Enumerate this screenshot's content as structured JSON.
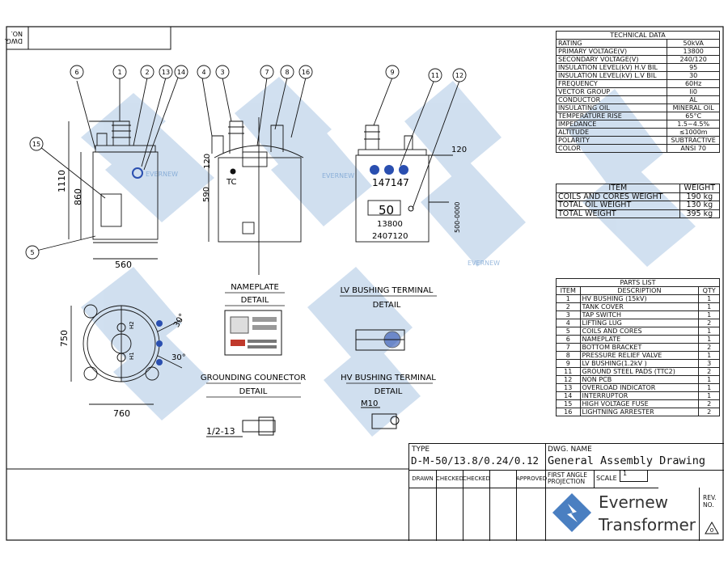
{
  "dwg_no_label": [
    "NO.",
    "DWG."
  ],
  "technical_data": {
    "title": "TECHNICAL DATA",
    "rows": [
      [
        "RATING",
        "50kVA"
      ],
      [
        "PRIMARY VOLTAGE(V)",
        "13800"
      ],
      [
        "SECONDARY VOLTAGE(V)",
        "240/120"
      ],
      [
        "INSULATION LEVEL(kV) H.V BIL",
        "95"
      ],
      [
        "INSULATION LEVEL(kV) L.V BIL",
        "30"
      ],
      [
        "FREQUENCY",
        "60Hz"
      ],
      [
        "VECTOR GROUP",
        "Ii0"
      ],
      [
        "CONDUCTOR",
        "AL"
      ],
      [
        "INSULATING OIL",
        "MINERAL OIL"
      ],
      [
        "TEMPERATURE RISE",
        "65°C"
      ],
      [
        "IMPEDANCE",
        "1.5~4.5%"
      ],
      [
        "ALTITUDE",
        "≤1000m"
      ],
      [
        "POLARITY",
        "SUBTRACTIVE"
      ],
      [
        "COLOR",
        "ANSI 70"
      ]
    ]
  },
  "weights": {
    "header": [
      "ITEM",
      "WEIGHT"
    ],
    "rows": [
      [
        "COILS AND CORES WEIGHT",
        "190 kg"
      ],
      [
        "TOTAL OIL WEIGHT",
        "130 kg"
      ],
      [
        "TOTAL WEIGHT",
        "395 kg"
      ]
    ]
  },
  "parts_list": {
    "title": "PARTS LIST",
    "header": [
      "ITEM",
      "DESCRIPTION",
      "QTY"
    ],
    "rows": [
      [
        "1",
        "HV BUSHING (15kV)",
        "1"
      ],
      [
        "2",
        "TANK COVER",
        "1"
      ],
      [
        "3",
        "TAP SWITCH",
        "1"
      ],
      [
        "4",
        "LIFTING LUG",
        "2"
      ],
      [
        "5",
        "COILS AND CORES",
        "1"
      ],
      [
        "6",
        "NAMEPLATE",
        "1"
      ],
      [
        "7",
        "BOTTOM BRACKET",
        "2"
      ],
      [
        "8",
        "PRESSURE RELIEF VALVE",
        "1"
      ],
      [
        "9",
        "LV BUSHING(1.2kV )",
        "3"
      ],
      [
        "11",
        "GROUND STEEL PADS (TTC2)",
        "2"
      ],
      [
        "12",
        "NON PCB",
        "1"
      ],
      [
        "13",
        "OVERLOAD INDICATOR",
        "1"
      ],
      [
        "14",
        "INTERRUPTOR",
        "1"
      ],
      [
        "15",
        "HIGH VOLTAGE FUSE",
        "2"
      ],
      [
        "16",
        "LIGHTNING ARRESTER",
        "2"
      ]
    ]
  },
  "title_block": {
    "type_label": "TYPE",
    "type_value": "D-M-50/13.8/0.24/0.12",
    "dwg_name_label": "DWG. NAME",
    "dwg_name_value": "General Assembly Drawing",
    "projection_label": [
      "FIRST ANGLE",
      "PROJECTION"
    ],
    "scale_label": "SCALE",
    "scale_value": "1",
    "sign_cols": [
      "DRAWN",
      "CHECKED",
      "CHECKED",
      "",
      "APPROVED"
    ],
    "company": [
      "Evernew",
      "Transformer"
    ],
    "rev_label": [
      "REV.",
      "NO."
    ]
  },
  "views": {
    "front_dims": [
      "1110",
      "860",
      "560"
    ],
    "side_dims": [
      "120",
      "590"
    ],
    "side_tc": "TC",
    "rear_dims": [
      "120"
    ],
    "rear_labels": [
      "147147",
      "50",
      "13800",
      "2407120"
    ],
    "rear_vertical_text": "500-0000",
    "plan_dims": [
      "750",
      "760",
      "30°",
      "30°"
    ],
    "plan_labels": [
      "H2",
      "H1"
    ],
    "balloons": [
      "6",
      "1",
      "2",
      "13",
      "14",
      "4",
      "3",
      "7",
      "8",
      "16",
      "9",
      "11",
      "12",
      "15",
      "5"
    ]
  },
  "details": {
    "nameplate": [
      "NAMEPLATE",
      "DETAIL"
    ],
    "lv_bushing": [
      "LV BUSHING TERMINAL",
      "DETAIL"
    ],
    "grounding": [
      "GROUNDING COUNECTOR",
      "DETAIL"
    ],
    "hv_bushing": [
      "HV BUSHING TERMINAL",
      "DETAIL"
    ],
    "grounding_dim": "1/2-13",
    "hv_dim": "M10"
  },
  "watermark": "EVERNEW",
  "colors": {
    "line": "#111111",
    "watermark": "#5b8fc9",
    "bushing_blue": "#2a4fb0",
    "nameplate_red": "#c0392b"
  }
}
